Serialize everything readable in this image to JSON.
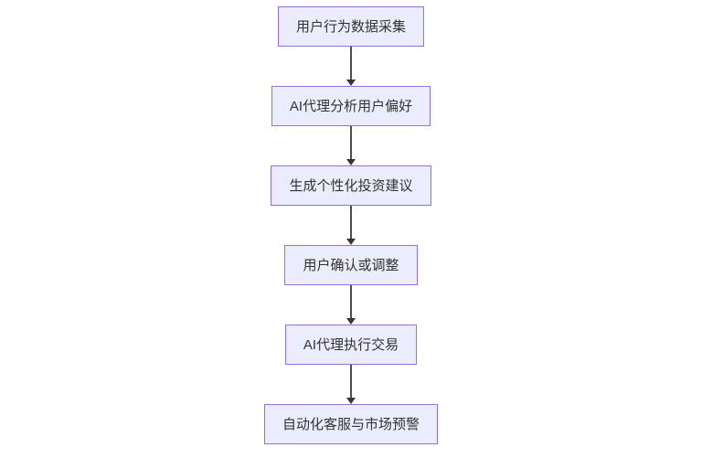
{
  "diagram": {
    "type": "flowchart",
    "direction": "top-down",
    "nodes": [
      {
        "label": "用户行为数据采集"
      },
      {
        "label": "AI代理分析用户偏好"
      },
      {
        "label": "生成个性化投资建议"
      },
      {
        "label": "用户确认或调整"
      },
      {
        "label": "AI代理执行交易"
      },
      {
        "label": "自动化客服与市场预警"
      }
    ],
    "edges": [
      {
        "from": "用户行为数据采集",
        "to": "AI代理分析用户偏好",
        "arrow": "down"
      },
      {
        "from": "AI代理分析用户偏好",
        "to": "生成个性化投资建议",
        "arrow": "down"
      },
      {
        "from": "生成个性化投资建议",
        "to": "用户确认或调整",
        "arrow": "down"
      },
      {
        "from": "用户确认或调整",
        "to": "AI代理执行交易",
        "arrow": "down"
      },
      {
        "from": "AI代理执行交易",
        "to": "自动化客服与市场预警",
        "arrow": "down"
      }
    ],
    "colors": {
      "background": "#ffffff",
      "node_fill": "#ECECFF",
      "node_border": "#9370DB",
      "text": "#333333",
      "edge": "#4d4d4d",
      "edge_head": "#363636"
    }
  }
}
